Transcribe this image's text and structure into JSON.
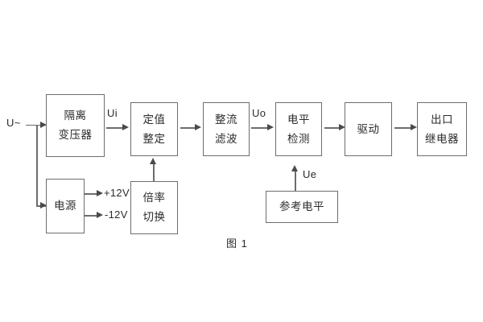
{
  "figure": {
    "caption": "图 1"
  },
  "blocks": {
    "isolation_transformer": {
      "line1": "隔离",
      "line2": "变压器"
    },
    "power_supply": {
      "line1": "电源"
    },
    "setting_value": {
      "line1": "定值",
      "line2": "整定"
    },
    "multiplier_switch": {
      "line1": "倍率",
      "line2": "切换"
    },
    "rectify_filter": {
      "line1": "整流",
      "line2": "滤波"
    },
    "level_detect": {
      "line1": "电平",
      "line2": "检测"
    },
    "reference_level": {
      "line1": "参考电平"
    },
    "drive": {
      "line1": "驱动"
    },
    "output_relay": {
      "line1": "出口",
      "line2": "继电器"
    }
  },
  "signals": {
    "input_source": "U~",
    "ui": "Ui",
    "uo": "Uo",
    "ue": "Ue",
    "rail_pos": "+12V",
    "rail_neg": "-12V"
  },
  "colors": {
    "block_border": "#6d6d6d",
    "wire": "#6d6d6d",
    "arrow": "#4a4a4a",
    "text": "#2b2b2b",
    "background": "#ffffff"
  }
}
